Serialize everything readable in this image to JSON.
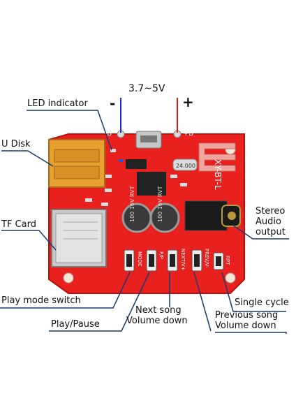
{
  "power": {
    "voltage": "3.7~5V",
    "minus": "-",
    "plus": "+"
  },
  "labels": {
    "led": "LED indicator",
    "udisk": "U Disk",
    "tfcard": "TF Card",
    "stereo_line1": "Stereo",
    "stereo_line2": "Audio",
    "stereo_line3": "output",
    "play_mode": "Play mode switch",
    "play_pause": "Play/Pause",
    "next_line1": "Next song",
    "next_line2": "Volume down",
    "single_cycle": "Single cycle",
    "prev_line1": "Previous song",
    "prev_line2": "Volume down"
  },
  "board": {
    "model": "XY-BT-L",
    "pad_minus": "-B",
    "pad_plus": "+B",
    "crystal": "24.000",
    "cap_left": "100 16V RVT",
    "cap_right": "100 16V RVT",
    "btn_mode": "MODE",
    "btn_pp": "P/P",
    "btn_next": "NEXT/V+",
    "btn_prev": "PREV/V-",
    "btn_rpt": "RPT"
  },
  "colors": {
    "board": "#e8211f",
    "minus_wire": "#1a2bd6",
    "plus_wire": "#d6201a",
    "leader": "#1b3a6b"
  }
}
